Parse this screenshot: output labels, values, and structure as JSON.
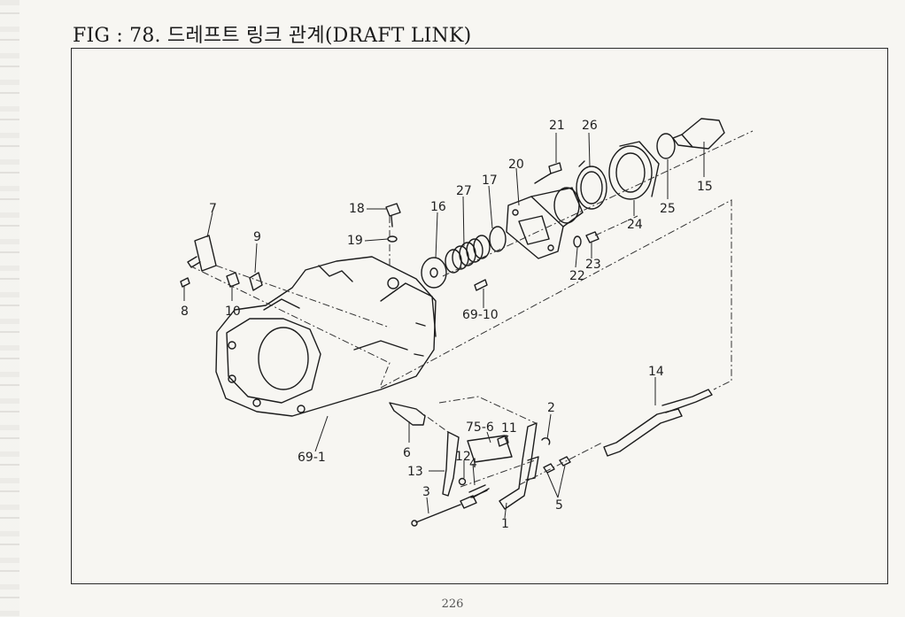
{
  "figure": {
    "title": "FIG : 78. 드레프트 링크 관계(DRAFT LINK)",
    "page_number": "226"
  },
  "part_labels": [
    "21",
    "26",
    "20",
    "17",
    "27",
    "16",
    "18",
    "19",
    "7",
    "9",
    "8",
    "10",
    "69-10",
    "22",
    "23",
    "24",
    "25",
    "15",
    "14",
    "2",
    "11",
    "75-6",
    "12",
    "4",
    "13",
    "3",
    "6",
    "69-1",
    "5",
    "1"
  ]
}
